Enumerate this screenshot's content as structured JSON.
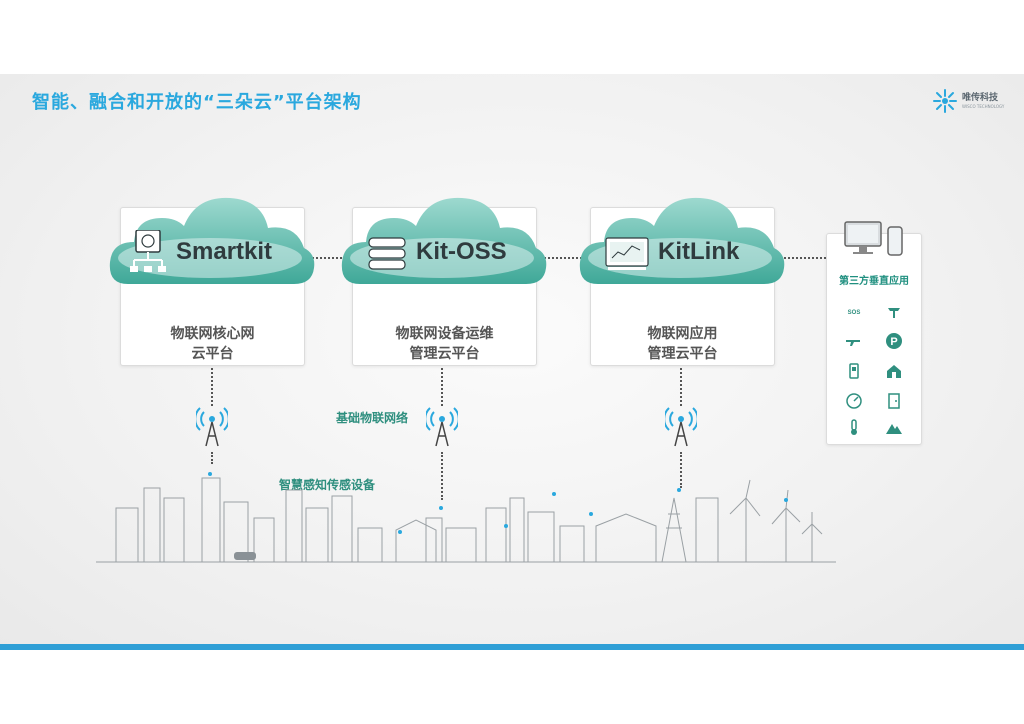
{
  "title": "智能、融合和开放的“三朵云”平台架构",
  "logo": {
    "cn": "唯传科技",
    "en": "WISCO TECHNOLOGY",
    "icon": "starburst-logo-icon"
  },
  "platforms": [
    {
      "name": "Smartkit",
      "line1": "物联网核心网",
      "line2": "云平台",
      "icon": "network-topology-icon"
    },
    {
      "name": "Kit-OSS",
      "line1": "物联网设备运维",
      "line2": "管理云平台",
      "icon": "database-icon"
    },
    {
      "name": "KitLink",
      "line1": "物联网应用",
      "line2": "管理云平台",
      "icon": "dashboard-screen-icon"
    }
  ],
  "third_party": {
    "label": "第三方垂直应用",
    "sos_text": "SOS",
    "parking_text": "P",
    "icons": [
      "sos-icon",
      "street-lamp-icon",
      "rifle-icon",
      "parking-icon",
      "ups-icon",
      "house-icon",
      "gauge-icon",
      "door-icon",
      "thermometer-icon",
      "mountain-icon"
    ]
  },
  "labels": {
    "network": "基础物联网络",
    "sensors": "智慧感知传感设备"
  },
  "colors": {
    "title": "#2aa8de",
    "cloud": "#4fb5a6",
    "accent": "#2f8f7f",
    "bar": "#2f9fd6"
  }
}
